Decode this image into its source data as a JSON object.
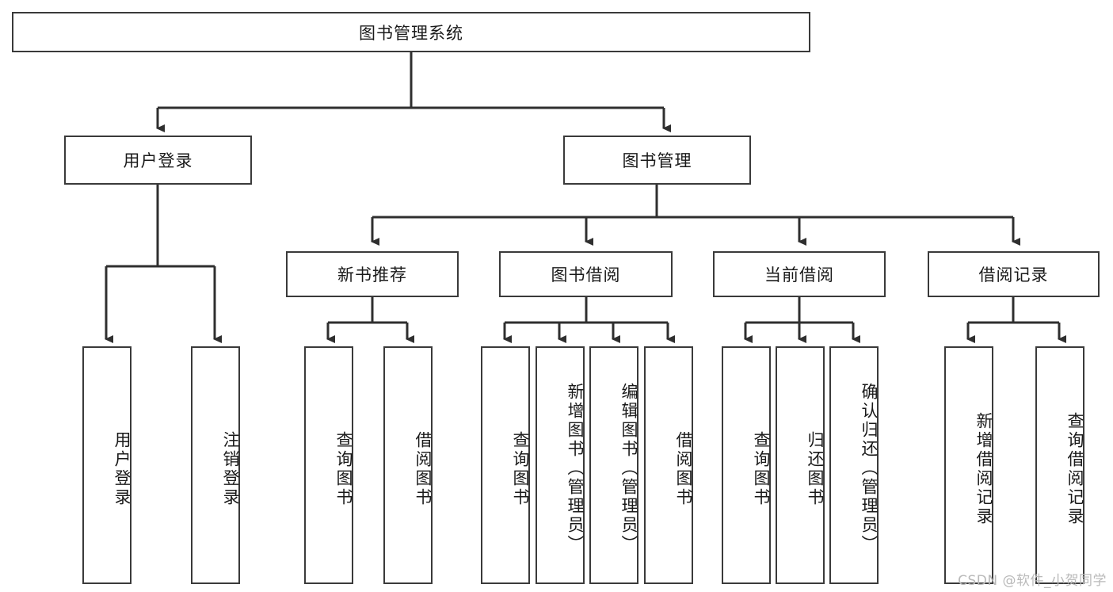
{
  "diagram": {
    "type": "tree",
    "title": "图书管理系统",
    "watermark": "CSDN @软件_小贺同学",
    "colors": {
      "box_border": "#3a3a3a",
      "box_fill": "#ffffff",
      "line": "#2f2f2f",
      "text": "#1a1a1a",
      "watermark": "#b9b9b9"
    },
    "root": {
      "label": "图书管理系统"
    },
    "level2": [
      {
        "label": "用户登录"
      },
      {
        "label": "图书管理"
      }
    ],
    "level3": [
      {
        "label": "新书推荐"
      },
      {
        "label": "图书借阅"
      },
      {
        "label": "当前借阅"
      },
      {
        "label": "借阅记录"
      }
    ],
    "leaves": {
      "user_login": [
        {
          "label": "用户登录"
        },
        {
          "label": "注销登录"
        }
      ],
      "new_book_recommend": [
        {
          "label": "查询图书"
        },
        {
          "label": "借阅图书"
        }
      ],
      "book_borrow": [
        {
          "label": "查询图书"
        },
        {
          "label": "新增图书（管理员）"
        },
        {
          "label": "编辑图书（管理员）"
        },
        {
          "label": "借阅图书"
        }
      ],
      "current_borrow": [
        {
          "label": "查询图书"
        },
        {
          "label": "归还图书"
        },
        {
          "label": "确认归还（管理员）"
        }
      ],
      "borrow_record": [
        {
          "label": "新增借阅记录"
        },
        {
          "label": "查询借阅记录"
        }
      ]
    }
  }
}
